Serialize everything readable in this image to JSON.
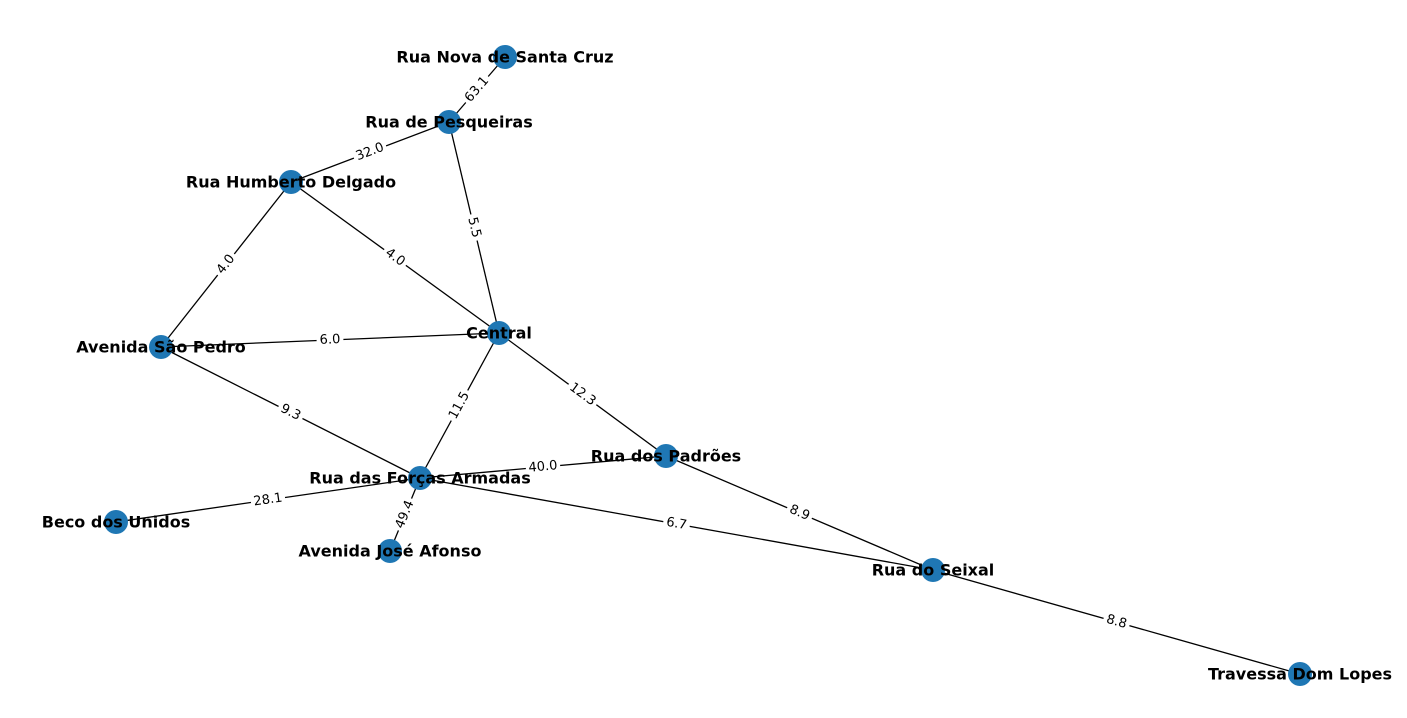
{
  "graph": {
    "node_color": "#1f77b4",
    "edge_color": "#000000",
    "nodes": [
      {
        "id": "nova",
        "label": "Rua Nova de Santa Cruz"
      },
      {
        "id": "pesq",
        "label": "Rua de Pesqueiras"
      },
      {
        "id": "humb",
        "label": "Rua Humberto Delgado"
      },
      {
        "id": "central",
        "label": "Central"
      },
      {
        "id": "aspedro",
        "label": "Avenida São Pedro"
      },
      {
        "id": "padroes",
        "label": "Rua dos Padrões"
      },
      {
        "id": "forcas",
        "label": "Rua das Forças Armadas"
      },
      {
        "id": "beco",
        "label": "Beco dos Unidos"
      },
      {
        "id": "jafonso",
        "label": "Avenida José Afonso"
      },
      {
        "id": "seixal",
        "label": "Rua do Seixal"
      },
      {
        "id": "travessa",
        "label": "Travessa Dom Lopes"
      }
    ],
    "edges": [
      {
        "source": "nova",
        "target": "pesq",
        "weight": "63.1"
      },
      {
        "source": "pesq",
        "target": "humb",
        "weight": "32.0"
      },
      {
        "source": "pesq",
        "target": "central",
        "weight": "5.5"
      },
      {
        "source": "humb",
        "target": "central",
        "weight": "4.0"
      },
      {
        "source": "humb",
        "target": "aspedro",
        "weight": "4.0"
      },
      {
        "source": "aspedro",
        "target": "central",
        "weight": "6.0"
      },
      {
        "source": "aspedro",
        "target": "forcas",
        "weight": "9.3"
      },
      {
        "source": "central",
        "target": "forcas",
        "weight": "11.5"
      },
      {
        "source": "central",
        "target": "padroes",
        "weight": "12.3"
      },
      {
        "source": "forcas",
        "target": "padroes",
        "weight": "40.0"
      },
      {
        "source": "forcas",
        "target": "beco",
        "weight": "28.1"
      },
      {
        "source": "forcas",
        "target": "jafonso",
        "weight": "49.4"
      },
      {
        "source": "forcas",
        "target": "seixal",
        "weight": "6.7"
      },
      {
        "source": "padroes",
        "target": "seixal",
        "weight": "8.9"
      },
      {
        "source": "seixal",
        "target": "travessa",
        "weight": "8.8"
      }
    ]
  }
}
